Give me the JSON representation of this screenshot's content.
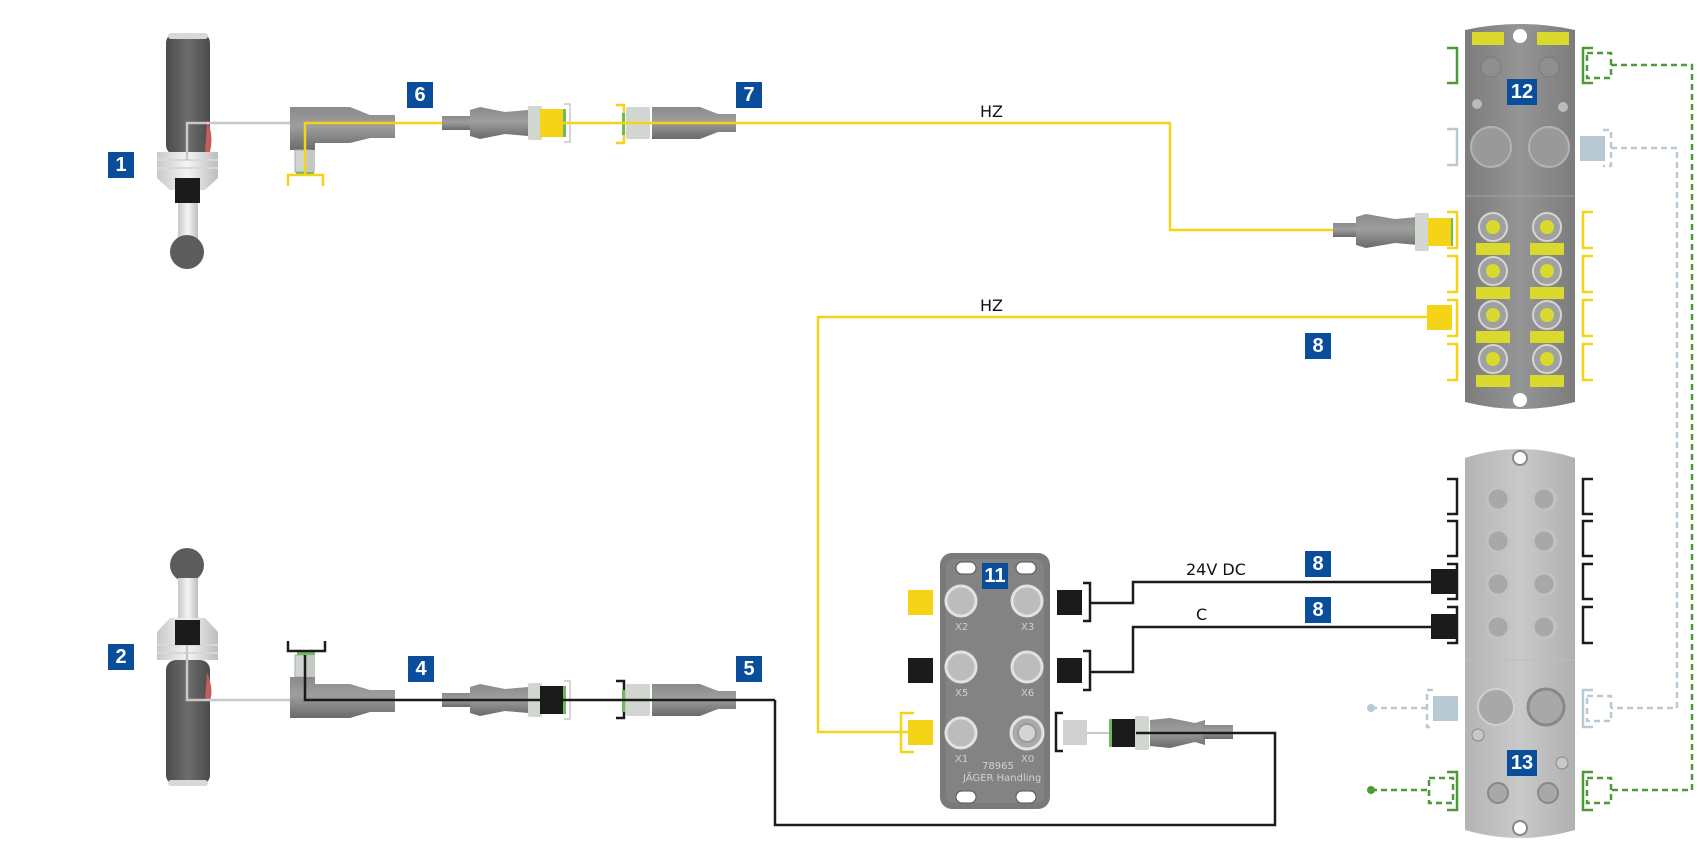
{
  "diagram": {
    "colors": {
      "signal_yellow": "#f5d417",
      "power_black": "#1b1b1b",
      "data_green": "#4e9a3a",
      "aux_lightblue": "#b9c9d3",
      "cable_gray": "#c8c8c8",
      "badge_blue": "#0a4d9b",
      "device_gray": "#8c8c8c"
    },
    "badges": {
      "b1": "1",
      "b2": "2",
      "b4": "4",
      "b5": "5",
      "b6": "6",
      "b7": "7",
      "b8a": "8",
      "b8b": "8",
      "b8c": "8",
      "b11": "11",
      "b12": "12",
      "b13": "13"
    },
    "line_labels": {
      "hz_top": "HZ",
      "hz_bottom": "HZ",
      "power": "24V DC",
      "common": "C"
    },
    "device_11": {
      "ports": [
        "X2",
        "X3",
        "X5",
        "X6",
        "X1",
        "X0"
      ],
      "part_number": "78965",
      "brand": "JÄGER Handling"
    }
  }
}
